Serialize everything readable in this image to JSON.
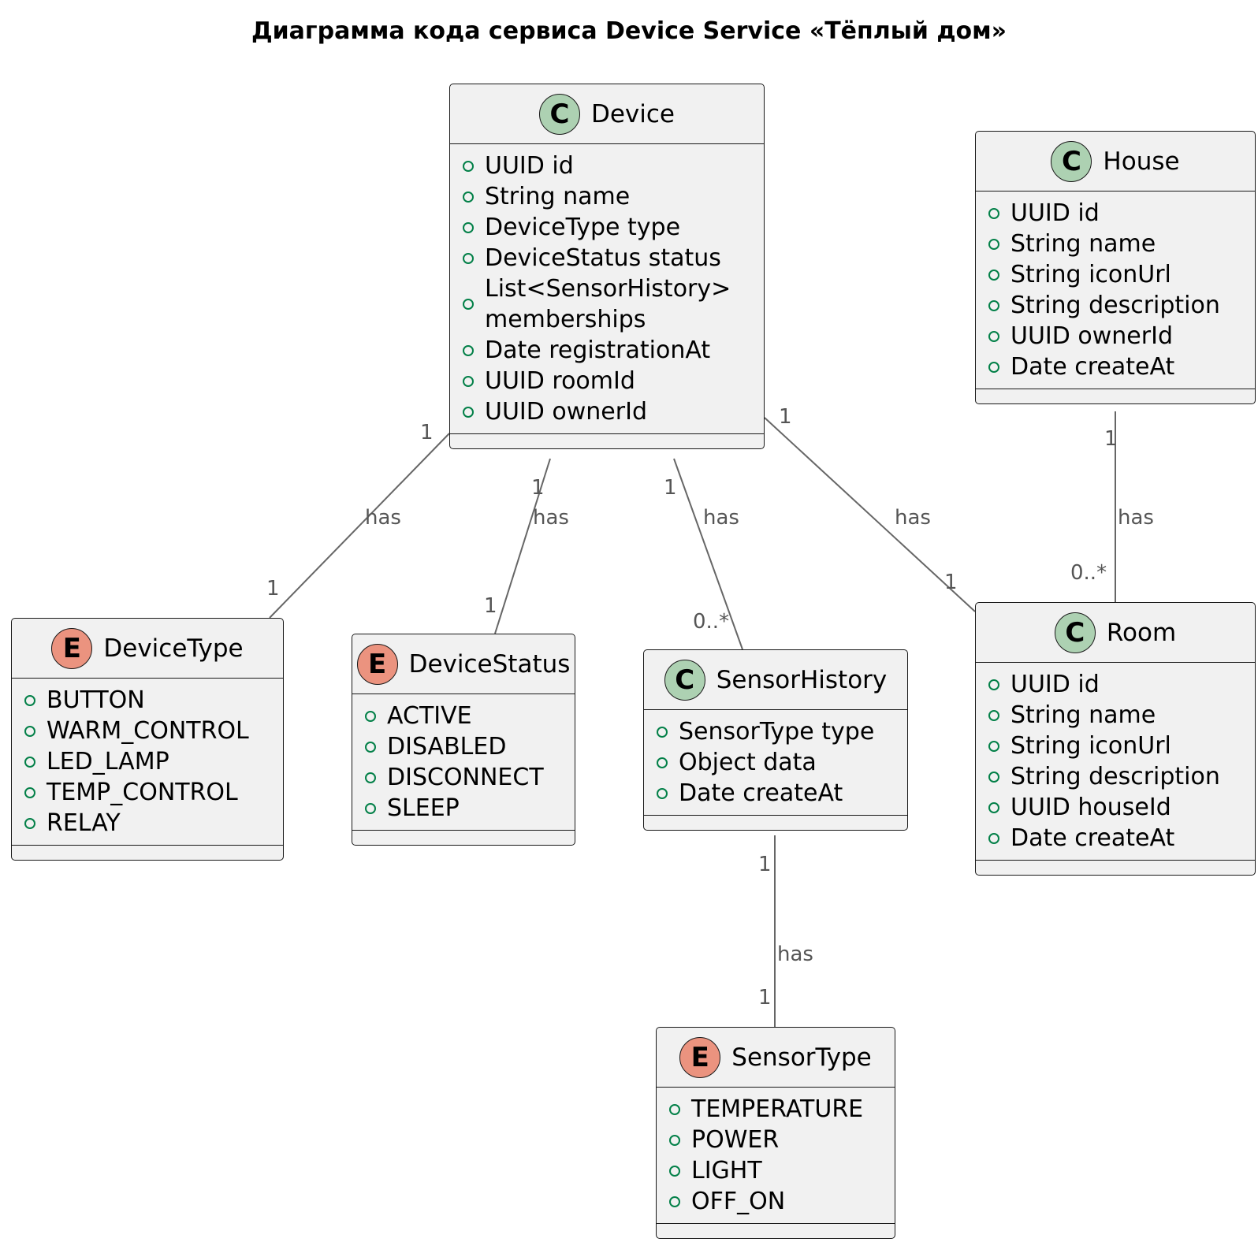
{
  "title": "Диаграмма кода сервиса Device Service «Тёплый дом»",
  "colors": {
    "class_badge": "#add1b2",
    "enum_badge": "#eb937f",
    "box_fill": "#f1f1f1",
    "edge": "#666666",
    "visibility_marker": "#038048"
  },
  "entities": {
    "device": {
      "kind": "C",
      "name": "Device",
      "fields": [
        "UUID id",
        "String name",
        "DeviceType type",
        "DeviceStatus status",
        "List<SensorHistory>\nmemberships",
        "Date registrationAt",
        "UUID roomId",
        "UUID ownerId"
      ]
    },
    "house": {
      "kind": "C",
      "name": "House",
      "fields": [
        "UUID id",
        "String name",
        "String iconUrl",
        "String description",
        "UUID ownerId",
        "Date createAt"
      ]
    },
    "device_type": {
      "kind": "E",
      "name": "DeviceType",
      "fields": [
        "BUTTON",
        "WARM_CONTROL",
        "LED_LAMP",
        "TEMP_CONTROL",
        "RELAY"
      ]
    },
    "device_status": {
      "kind": "E",
      "name": "DeviceStatus",
      "fields": [
        "ACTIVE",
        "DISABLED",
        "DISCONNECT",
        "SLEEP"
      ]
    },
    "sensor_history": {
      "kind": "C",
      "name": "SensorHistory",
      "fields": [
        "SensorType type",
        "Object data",
        "Date createAt"
      ]
    },
    "room": {
      "kind": "C",
      "name": "Room",
      "fields": [
        "UUID id",
        "String name",
        "String iconUrl",
        "String description",
        "UUID houseId",
        "Date createAt"
      ]
    },
    "sensor_type": {
      "kind": "E",
      "name": "SensorType",
      "fields": [
        "TEMPERATURE",
        "POWER",
        "LIGHT",
        "OFF_ON"
      ]
    }
  },
  "relations": [
    {
      "from": "device",
      "to": "device_type",
      "label": "has",
      "from_mult": "1",
      "to_mult": "1"
    },
    {
      "from": "device",
      "to": "device_status",
      "label": "has",
      "from_mult": "1",
      "to_mult": "1"
    },
    {
      "from": "device",
      "to": "sensor_history",
      "label": "has",
      "from_mult": "1",
      "to_mult": "0..*"
    },
    {
      "from": "device",
      "to": "room",
      "label": "has",
      "from_mult": "1",
      "to_mult": "1"
    },
    {
      "from": "house",
      "to": "room",
      "label": "has",
      "from_mult": "1",
      "to_mult": "0..*"
    },
    {
      "from": "sensor_history",
      "to": "sensor_type",
      "label": "has",
      "from_mult": "1",
      "to_mult": "1"
    }
  ]
}
